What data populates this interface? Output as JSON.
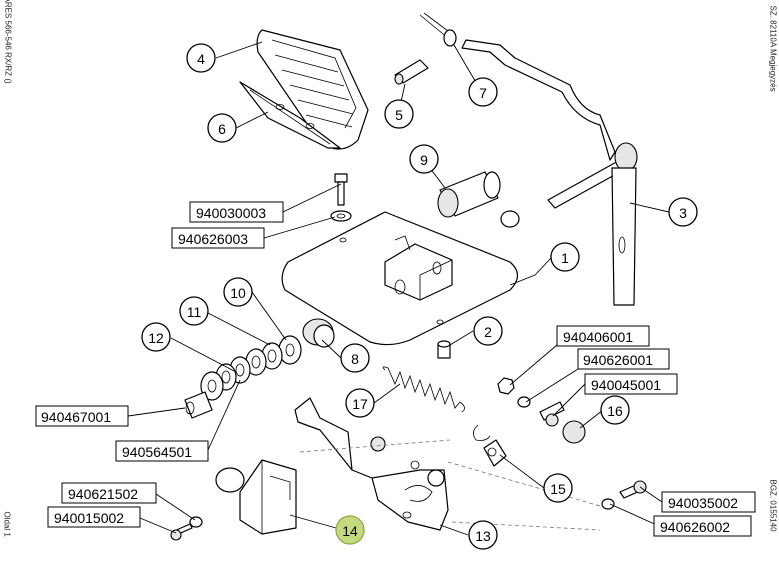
{
  "side_text": {
    "left_top": "ARES 566-546 RX/RZ ()",
    "left_bottom": "Oldal 1",
    "right_top": "SZ. 82110A  Megjegyzés",
    "right_bottom": "BGZ. 0155140"
  },
  "callouts": [
    {
      "id": "c1",
      "label": "1"
    },
    {
      "id": "c2",
      "label": "2"
    },
    {
      "id": "c3",
      "label": "3"
    },
    {
      "id": "c4",
      "label": "4"
    },
    {
      "id": "c5",
      "label": "5"
    },
    {
      "id": "c6",
      "label": "6"
    },
    {
      "id": "c7",
      "label": "7"
    },
    {
      "id": "c8",
      "label": "8"
    },
    {
      "id": "c9",
      "label": "9"
    },
    {
      "id": "c10",
      "label": "10"
    },
    {
      "id": "c11",
      "label": "11"
    },
    {
      "id": "c12",
      "label": "12"
    },
    {
      "id": "c13",
      "label": "13"
    },
    {
      "id": "c14",
      "label": "14",
      "highlighted": true
    },
    {
      "id": "c15",
      "label": "15"
    },
    {
      "id": "c16",
      "label": "16"
    },
    {
      "id": "c17",
      "label": "17"
    }
  ],
  "part_numbers": [
    {
      "id": "p940030003",
      "label": "940030003"
    },
    {
      "id": "p940626003",
      "label": "940626003"
    },
    {
      "id": "p940406001",
      "label": "940406001"
    },
    {
      "id": "p940626001",
      "label": "940626001"
    },
    {
      "id": "p940045001",
      "label": "940045001"
    },
    {
      "id": "p940467001",
      "label": "940467001"
    },
    {
      "id": "p940564501",
      "label": "940564501"
    },
    {
      "id": "p940621502",
      "label": "940621502"
    },
    {
      "id": "p940015002",
      "label": "940015002"
    },
    {
      "id": "p940035002",
      "label": "940035002"
    },
    {
      "id": "p940626002",
      "label": "940626002"
    }
  ],
  "colors": {
    "highlight_fill": "#c5d97f",
    "highlight_stroke": "#8ea84a",
    "line": "#000000"
  }
}
